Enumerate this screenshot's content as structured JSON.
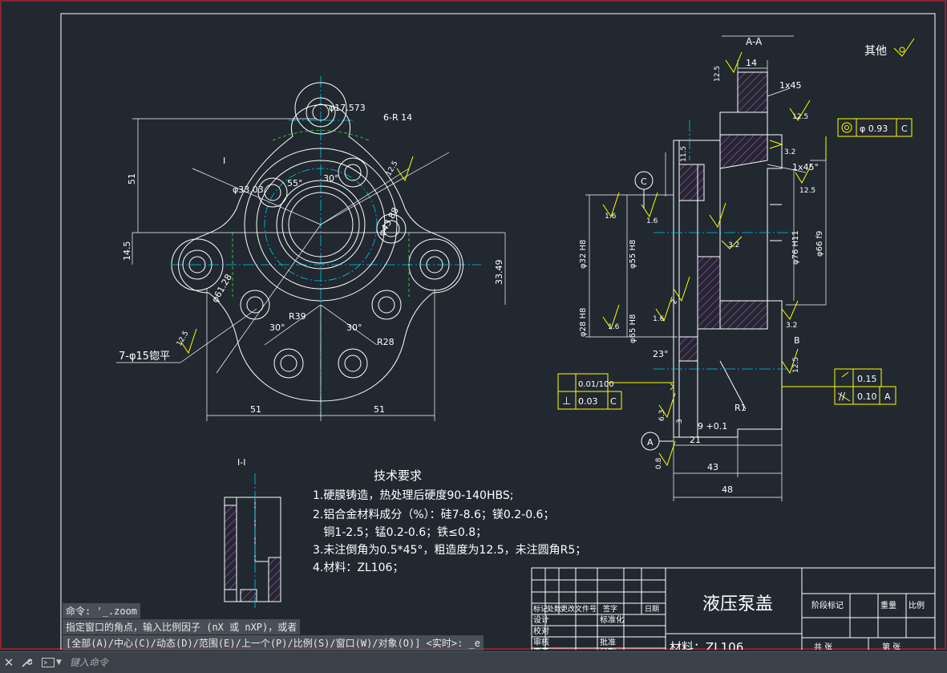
{
  "drawing": {
    "top_view": {
      "holes_note": "7-φ15锪平",
      "fillet_note": "6-R 14",
      "angle_55": "55°",
      "angle_30_top": "30°",
      "angle_30_left": "30°",
      "angle_30_right": "30°",
      "radius_r39": "R39",
      "radius_r28": "R28",
      "dia_pcd": "φ61.28",
      "dia_top_hole": "φ17.573",
      "dia_bore": "φ33.03",
      "dia_right_hole": "φ43.88",
      "dim_51_vertical": "51",
      "dim_14_5": "14.5",
      "dim_33_49": "33.49",
      "dim_51_left": "51",
      "dim_51_right": "51",
      "roughness_125": "12.5",
      "roughness_top": "12.5",
      "section_mark": "I"
    },
    "section_aa": {
      "title": "A-A",
      "other_label": "其他",
      "dim_14": "14",
      "chamfer_1": "1x45",
      "chamfer_2": "1x45°",
      "rough_125_a": "12.5",
      "rough_125_b": "12.5",
      "rough_125_c": "12.5",
      "rough_125_d": "12.5",
      "rough_32_a": "3.2",
      "rough_32_b": "3.2",
      "rough_32_c": "3.2",
      "rough_16_a": "1.6",
      "rough_16_b": "1.6",
      "rough_16_c": "1.6",
      "rough_16_d": "1.6",
      "rough_63": "6.3",
      "rough_08": "0.8",
      "tol_coax_value": "φ 0.93",
      "tol_coax_datum": "C",
      "tol_flat_top": "0.15",
      "tol_par_value": "0.10",
      "tol_par_datum": "A",
      "tol_left_flat": "0.01/100",
      "tol_left_perp": "0.03",
      "tol_left_datum": "C",
      "datum_c": "C",
      "datum_a": "A",
      "datum_b": "B",
      "dim_11_5": "11.5",
      "dim_9_h": "9 +0.1",
      "dia_32": "φ32 H8",
      "dia_55": "φ55 H8",
      "dia_28": "φ28 H8",
      "dia_65": "φ65 H8",
      "dia_76": "φ76 H11",
      "dia_66": "φ66 f9",
      "dim_21": "21",
      "dim_43": "43",
      "dim_48": "48",
      "dim_3": "3",
      "radius_r1": "R1",
      "angle_23": "23°",
      "dim_2": "2"
    },
    "section_ii": {
      "title": "I-I"
    },
    "tech_req": {
      "title": "技术要求",
      "lines": [
        "1.硬膜铸造，热处理后硬度90-140HBS;",
        "2.铝合金材料成分（%）：硅7-8.6；镁0.2-0.6；",
        "   铜1-2.5；锰0.2-0.6；铁≤0.8；",
        "3.未注倒角为0.5*45°，粗造度为12.5，未注圆角R5；",
        "4.材料：ZL106；"
      ]
    },
    "title_block": {
      "part_name": "液压泵盖",
      "material": "材料：ZL106",
      "row_labels": [
        "标记",
        "处数",
        "更改文件号",
        "签字",
        "日期"
      ],
      "design": "设计",
      "standard": "标准化",
      "check": "校对",
      "review": "审核",
      "approve": "批准",
      "process": "工艺",
      "date": "日期",
      "stage_mark": "阶段标记",
      "weight": "重量",
      "scale": "比例",
      "sheets_total": "共 张",
      "sheet_no": "第 张"
    }
  },
  "command": {
    "history": [
      "命令: '_.zoom",
      "指定窗口的角点，输入比例因子 (nX 或 nXP)，或者",
      "[全部(A)/中心(C)/动态(D)/范围(E)/上一个(P)/比例(S)/窗口(W)/对象(O)] <实时>: _e"
    ],
    "placeholder": "键入命令"
  },
  "colors": {
    "background": "#212830",
    "border": "#ffffff",
    "geometry": "#ffffff",
    "dimension": "#ffffff",
    "centerline": "#00c8e8",
    "hatch": "#c040c0",
    "tolerance": "#ffff00",
    "hidden": "#30c030"
  }
}
